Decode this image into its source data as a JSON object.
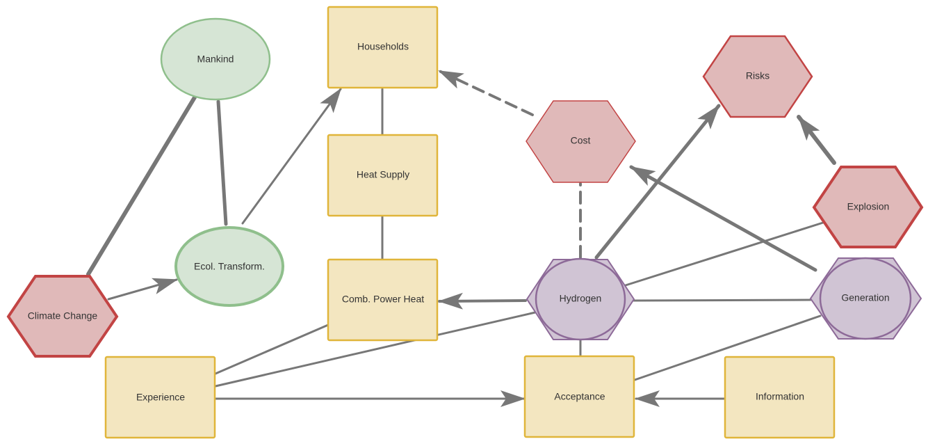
{
  "diagram": {
    "nodes": {
      "mankind": "Mankind",
      "households": "Households",
      "risks": "Risks",
      "cost": "Cost",
      "heat_supply": "Heat Supply",
      "explosion": "Explosion",
      "ecol_transform": "Ecol. Transform.",
      "comb_power_heat": "Comb. Power Heat",
      "hydrogen": "Hydrogen",
      "generation": "Generation",
      "climate_change": "Climate Change",
      "experience": "Experience",
      "acceptance": "Acceptance",
      "information": "Information"
    },
    "edges": [
      {
        "from": "climate_change",
        "to": "mankind",
        "style": "solid",
        "arrow": false
      },
      {
        "from": "mankind",
        "to": "ecol_transform",
        "style": "solid",
        "arrow": false
      },
      {
        "from": "climate_change",
        "to": "ecol_transform",
        "style": "solid",
        "arrow": true
      },
      {
        "from": "ecol_transform",
        "to": "households",
        "style": "solid",
        "arrow": true
      },
      {
        "from": "households",
        "to": "heat_supply",
        "style": "solid",
        "arrow": false
      },
      {
        "from": "heat_supply",
        "to": "comb_power_heat",
        "style": "solid",
        "arrow": false
      },
      {
        "from": "cost",
        "to": "households",
        "style": "dashed",
        "arrow": true
      },
      {
        "from": "hydrogen",
        "to": "cost",
        "style": "dashed",
        "arrow": false
      },
      {
        "from": "hydrogen",
        "to": "comb_power_heat",
        "style": "solid",
        "arrow": true
      },
      {
        "from": "hydrogen",
        "to": "risks",
        "style": "solid",
        "arrow": true
      },
      {
        "from": "explosion",
        "to": "risks",
        "style": "solid",
        "arrow": true
      },
      {
        "from": "generation",
        "to": "cost",
        "style": "solid",
        "arrow": true
      },
      {
        "from": "hydrogen",
        "to": "explosion",
        "style": "solid",
        "arrow": false
      },
      {
        "from": "hydrogen",
        "to": "generation",
        "style": "solid",
        "arrow": false
      },
      {
        "from": "hydrogen",
        "to": "acceptance",
        "style": "solid",
        "arrow": false
      },
      {
        "from": "generation",
        "to": "acceptance",
        "style": "solid",
        "arrow": false
      },
      {
        "from": "experience",
        "to": "comb_power_heat",
        "style": "solid",
        "arrow": false
      },
      {
        "from": "experience",
        "to": "hydrogen",
        "style": "solid",
        "arrow": false
      },
      {
        "from": "experience",
        "to": "acceptance",
        "style": "solid",
        "arrow": true
      },
      {
        "from": "information",
        "to": "acceptance",
        "style": "solid",
        "arrow": true
      }
    ],
    "colors": {
      "edge": "#777777",
      "square_fill": "#f3e6c0",
      "square_stroke": "#e0b53a",
      "ellipse_fill": "#d6e5d5",
      "ellipse_stroke": "#8fbf8c",
      "hexagon_fill": "#e0b9b9",
      "hexagon_stroke": "#c24444",
      "hydrogen_fill": "#d0c4d4",
      "hydrogen_stroke": "#8d6a98"
    }
  }
}
